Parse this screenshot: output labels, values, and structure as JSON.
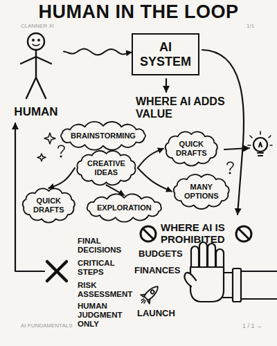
{
  "diagram": {
    "title": "HUMAN IN THE LOOP",
    "nodes": [
      {
        "text": [
          "HUMAN"
        ]
      },
      {
        "text": [
          "AI SYSTEM"
        ]
      },
      {
        "text": [
          "BRAINSTORMING"
        ]
      },
      {
        "text": [
          "QUICK DRAFTS"
        ]
      },
      {
        "text": [
          "CREATIVE IDEAS"
        ]
      },
      {
        "text": [
          "QUICK DRAFTS"
        ]
      },
      {
        "text": [
          "MANY OPTIONS"
        ]
      },
      {
        "text": [
          "EXPLORATION"
        ]
      }
    ],
    "edges": [
      {
        "from": 0,
        "to": 1,
        "arrow": "to"
      },
      {
        "from": 4,
        "to": 3,
        "arrow": "to"
      },
      {
        "from": 4,
        "to": 5,
        "arrow": "to"
      },
      {
        "from": 4,
        "to": 6,
        "arrow": "to"
      },
      {
        "from": 4,
        "to": 7,
        "arrow": "to"
      }
    ],
    "labels": [
      "CLANNER XI",
      "1/1",
      "AI FUNDAMENTALS",
      "1 / 1 →",
      "WHERE AI ADDS VALUE",
      "WHERE AI IS PROHIBITED",
      "FINAL DECISIONS",
      "CRITICAL STEPS",
      "RISK ASSESSMENT",
      "HUMAN JUDGMENT ONLY",
      "BUDGETS",
      "FINANCES",
      "LAUNCH"
    ]
  }
}
